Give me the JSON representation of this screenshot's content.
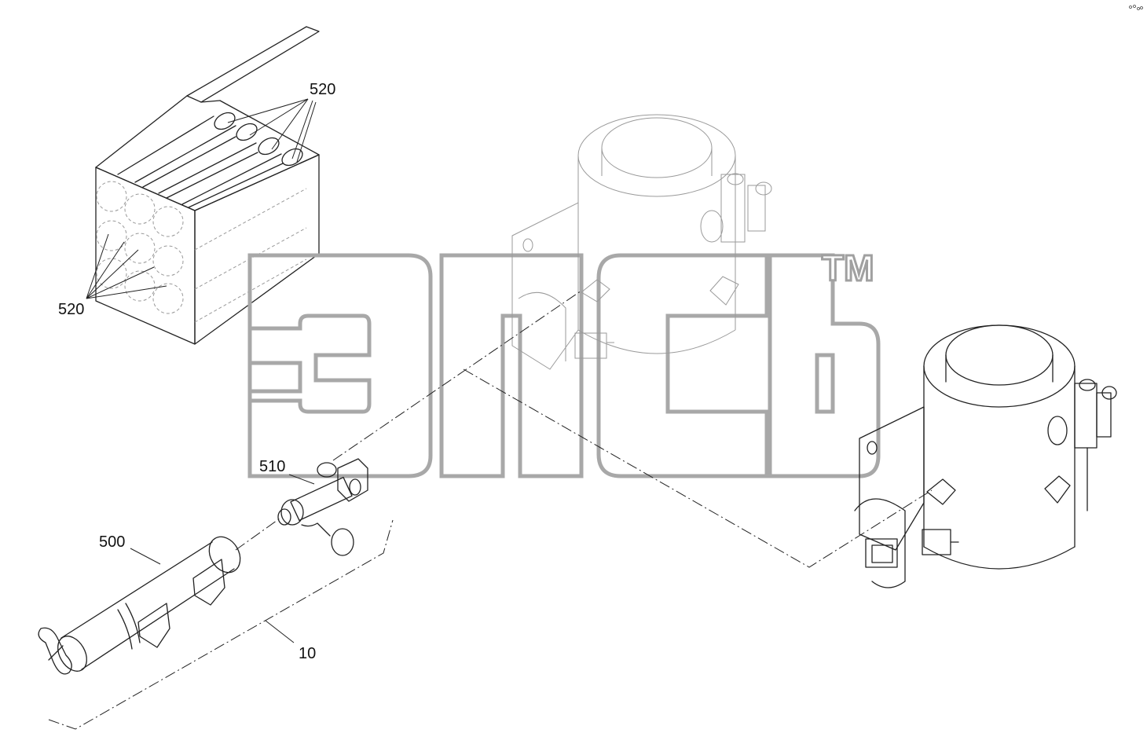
{
  "callouts": {
    "box_top": "520",
    "box_left": "520",
    "adapter": "510",
    "gun": "500",
    "kit": "10"
  },
  "watermark": {
    "trademark": "TM"
  },
  "colors": {
    "line": "#222222",
    "watermark": "#a8a8a8",
    "background": "#ffffff"
  }
}
